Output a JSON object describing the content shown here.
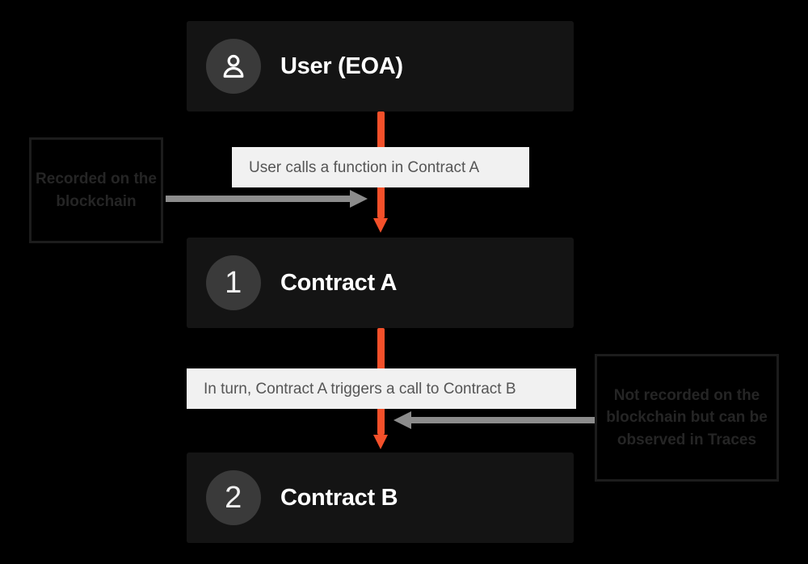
{
  "diagram": {
    "background_color": "#000000",
    "accent_color": "#f4502a",
    "node_color": "#141414",
    "caption_color": "#f1f1f1",
    "arrow_gray": "#8c8c8c",
    "nodes": [
      {
        "id": "user",
        "badge": "",
        "icon": "user-icon",
        "title": "User (EOA)"
      },
      {
        "id": "contract-a",
        "badge": "1",
        "icon": "",
        "title": "Contract A"
      },
      {
        "id": "contract-b",
        "badge": "2",
        "icon": "",
        "title": "Contract B"
      }
    ],
    "captions": [
      {
        "id": "step-1",
        "text": "User calls a function in Contract A"
      },
      {
        "id": "step-2",
        "text": "In turn, Contract A triggers a call to Contract B"
      }
    ],
    "notes": [
      {
        "id": "recorded",
        "text": "Recorded on the blockchain"
      },
      {
        "id": "not-recorded",
        "text": "Not recorded on the blockchain but can be observed in Traces"
      }
    ],
    "arrows": [
      {
        "id": "red-1",
        "direction": "down",
        "color": "#f4502a"
      },
      {
        "id": "red-2",
        "direction": "down",
        "color": "#f4502a"
      },
      {
        "id": "gray-1",
        "direction": "right",
        "color": "#8c8c8c"
      },
      {
        "id": "gray-2",
        "direction": "left",
        "color": "#8c8c8c"
      }
    ]
  }
}
